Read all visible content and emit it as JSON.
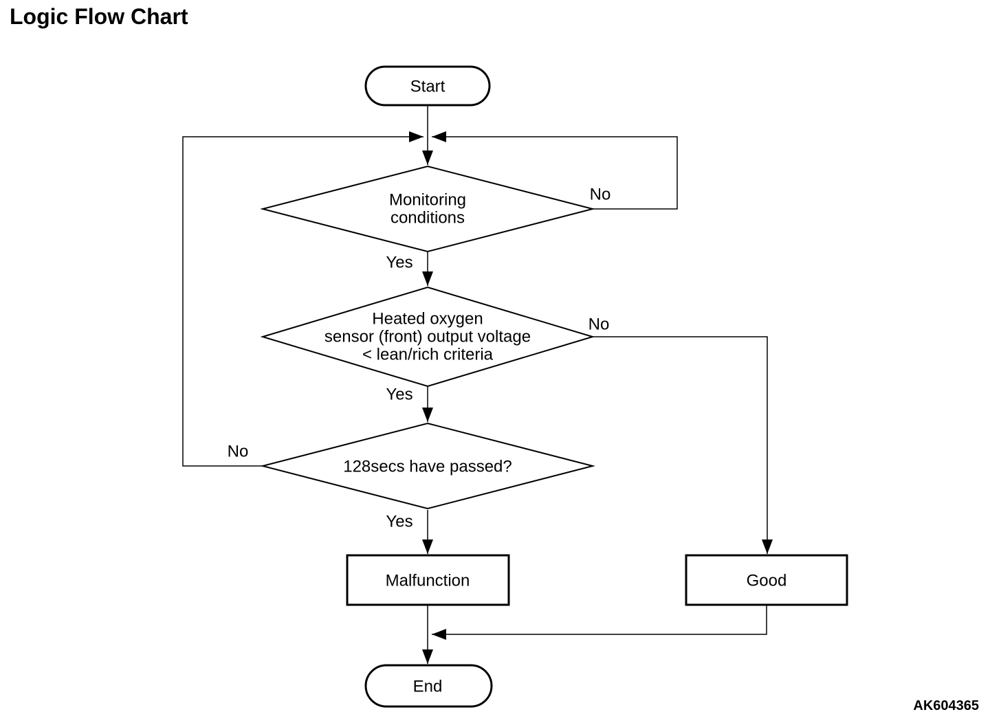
{
  "page": {
    "title": "Logic Flow Chart",
    "figure_code": "AK604365",
    "background_color": "#ffffff",
    "line_color": "#000000",
    "text_color": "#000000"
  },
  "flowchart": {
    "nodes": {
      "start": {
        "shape": "terminator",
        "label": "Start"
      },
      "monitoring_conditions": {
        "shape": "decision",
        "line1": "Monitoring",
        "line2": "conditions"
      },
      "front_o2_sensor": {
        "shape": "decision",
        "line1": "Heated oxygen",
        "line2": "sensor (front) output voltage",
        "line3": "< lean/rich criteria"
      },
      "timer_128secs": {
        "shape": "decision",
        "line1": "128secs have passed?"
      },
      "malfunction": {
        "shape": "process",
        "label": "Malfunction"
      },
      "good": {
        "shape": "process",
        "label": "Good"
      },
      "end": {
        "shape": "terminator",
        "label": "End"
      }
    },
    "edge_labels": {
      "monitoring_no": "No",
      "monitoring_yes": "Yes",
      "sensor_no": "No",
      "sensor_yes": "Yes",
      "timer_no": "No",
      "timer_yes": "Yes"
    }
  }
}
